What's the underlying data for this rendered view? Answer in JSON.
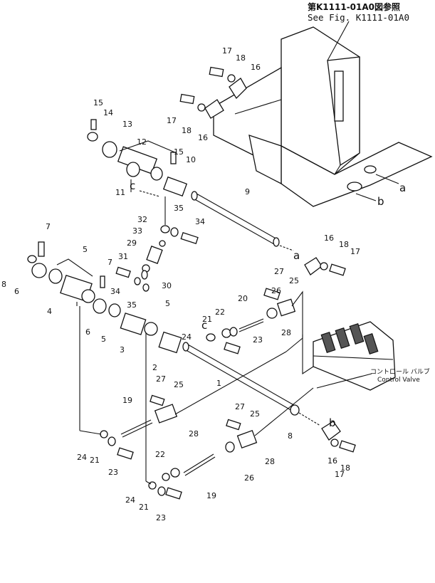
{
  "reference": {
    "japanese": "第K1111-01A0図参照",
    "english": "See Fig. K1111-01A0"
  },
  "control_valve": {
    "japanese": "コントロール バルブ",
    "english": "Control Valve"
  },
  "arrow_letters": [
    "a",
    "a",
    "b",
    "b",
    "c",
    "c"
  ],
  "part_numbers": [
    "1",
    "2",
    "3",
    "4",
    "5",
    "5",
    "5",
    "6",
    "6",
    "7",
    "7",
    "8",
    "8",
    "9",
    "10",
    "11",
    "12",
    "13",
    "14",
    "15",
    "15",
    "16",
    "16",
    "16",
    "16",
    "17",
    "17",
    "17",
    "17",
    "18",
    "18",
    "18",
    "18",
    "19",
    "19",
    "20",
    "21",
    "21",
    "21",
    "22",
    "22",
    "23",
    "23",
    "23",
    "24",
    "24",
    "24",
    "25",
    "25",
    "25",
    "26",
    "26",
    "27",
    "27",
    "27",
    "28",
    "28",
    "28",
    "29",
    "30",
    "31",
    "32",
    "33",
    "34",
    "34",
    "35",
    "35"
  ]
}
